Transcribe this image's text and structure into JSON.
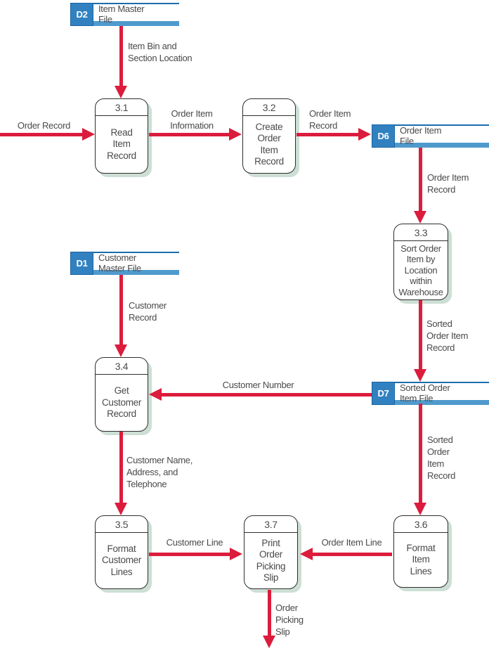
{
  "palette": {
    "flow_red": "#dc1c3c",
    "store_blue": "#3181c1",
    "store_bar_blue": "#4f9acd",
    "store_line_blue": "#1a6dad",
    "process_shadow": "#cddfd5",
    "text_gray": "#4a4a4c"
  },
  "data_stores": {
    "d2": {
      "id": "D2",
      "name": "Item Master\nFile"
    },
    "d6": {
      "id": "D6",
      "name": "Order Item\nFile"
    },
    "d1": {
      "id": "D1",
      "name": "Customer\nMaster File"
    },
    "d7": {
      "id": "D7",
      "name": "Sorted Order\nItem File"
    }
  },
  "processes": {
    "p31": {
      "number": "3.1",
      "name": "Read\nItem\nRecord"
    },
    "p32": {
      "number": "3.2",
      "name": "Create\nOrder\nItem\nRecord"
    },
    "p33": {
      "number": "3.3",
      "name": "Sort Order\nItem by\nLocation\nwithin\nWarehouse"
    },
    "p34": {
      "number": "3.4",
      "name": "Get\nCustomer\nRecord"
    },
    "p35": {
      "number": "3.5",
      "name": "Format\nCustomer\nLines"
    },
    "p36": {
      "number": "3.6",
      "name": "Format\nItem\nLines"
    },
    "p37": {
      "number": "3.7",
      "name": "Print\nOrder\nPicking\nSlip"
    }
  },
  "flows": {
    "item_bin_section_location": "Item Bin and\nSection Location",
    "order_record_in": "Order Record",
    "order_item_information": "Order Item\nInformation",
    "order_item_record_to_d6": "Order Item\nRecord",
    "order_item_record_from_d6": "Order Item\nRecord",
    "sorted_order_item_record_to_d7": "Sorted\nOrder Item\nRecord",
    "customer_record": "Customer\nRecord",
    "customer_number": "Customer Number",
    "customer_name_address_telephone": "Customer Name,\nAddress, and\nTelephone",
    "sorted_order_item_record_from_d7": "Sorted\nOrder\nItem\nRecord",
    "customer_line": "Customer Line",
    "order_item_line": "Order Item Line",
    "order_picking_slip": "Order\nPicking\nSlip"
  }
}
